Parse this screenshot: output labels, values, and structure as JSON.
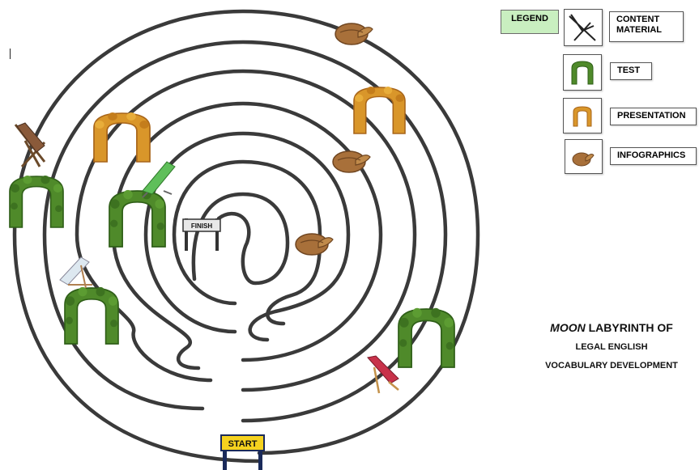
{
  "legend": {
    "title": "LEGEND",
    "items": [
      {
        "label": "CONTENT MATERIAL",
        "icon": "deckchair-icon"
      },
      {
        "label": "TEST",
        "icon": "hedge-arch-icon"
      },
      {
        "label": "PRESENTATION",
        "icon": "autumn-arch-icon"
      },
      {
        "label": "INFOGRAPHICS",
        "icon": "straw-hat-icon"
      }
    ]
  },
  "title": {
    "emphasis": "MOON",
    "line1_rest": " LABYRINTH OF",
    "line2": "LEGAL ENGLISH",
    "line3": "VOCABULARY DEVELOPMENT"
  },
  "signs": {
    "start": "START",
    "finish": "FINISH"
  },
  "colors": {
    "legend_bg": "#c9efc0",
    "hedge_green": "#4f8a2a",
    "autumn_orange": "#d9962a",
    "hat_brown": "#a8703a",
    "start_sign": "#f5d21f"
  }
}
